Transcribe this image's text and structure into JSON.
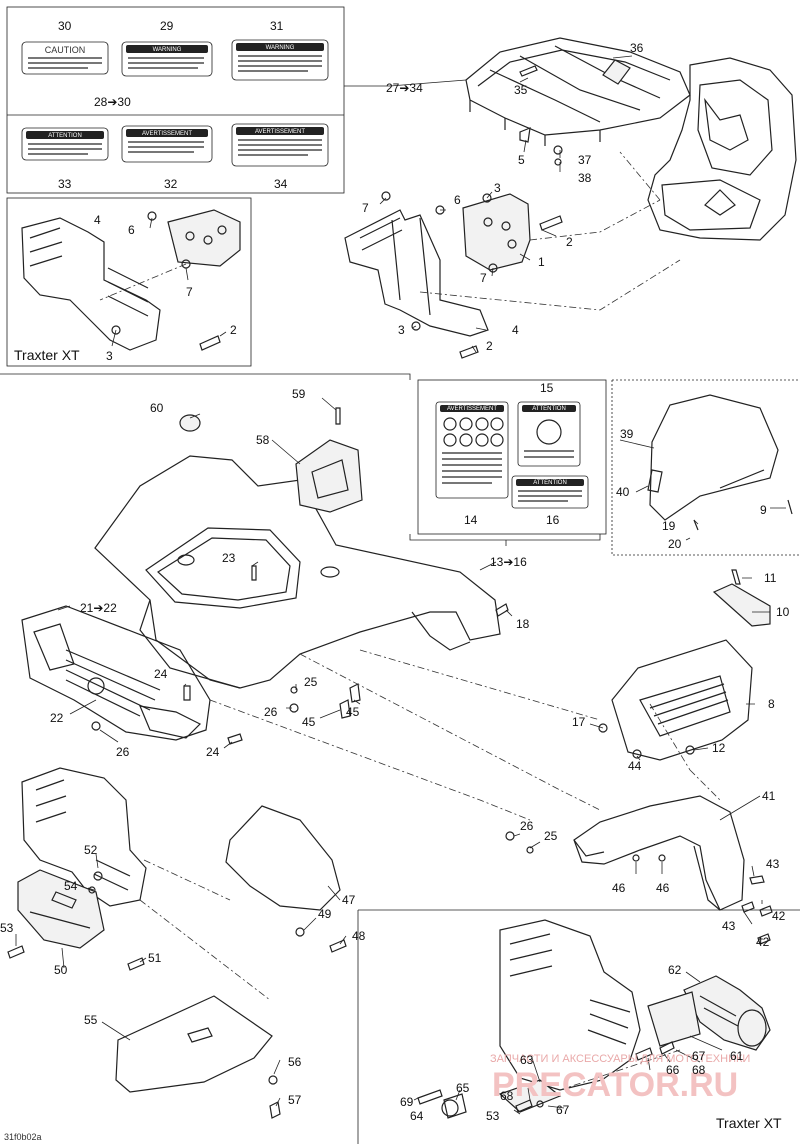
{
  "labels": {
    "traxter_top": "Traxter XT",
    "traxter_bottom": "Traxter XT",
    "code": "31f0b02a"
  },
  "decals": {
    "d30": "CAUTION",
    "d29": "WARNING",
    "d31": "WARNING",
    "d33": "ATTENTION",
    "d32": "AVERTISSEMENT",
    "d34": "AVERTISSEMENT",
    "d14": "AVERTISSEMENT",
    "d15": "ATTENTION",
    "d16": "ATTENTION"
  },
  "watermark": {
    "line1": "ЗАПЧАСТИ И АКСЕССУАРЫ ДЛЯ МОТОТЕХНИКИ",
    "line2": "PRECATOR.RU"
  },
  "callouts": {
    "c30": "30",
    "c29": "29",
    "c31": "31",
    "c28": "28➔30",
    "c27": "27➔34",
    "c33": "33",
    "c32": "32",
    "c34": "34",
    "c36": "36",
    "c35": "35",
    "c5": "5",
    "c37": "37",
    "c38": "38",
    "c4a": "4",
    "c6a": "6",
    "c7a": "7",
    "c2a": "2",
    "c3a": "3",
    "c7b": "7",
    "c6b": "6",
    "c3b": "3",
    "c2b": "2",
    "c1": "1",
    "c7c": "7",
    "c3c": "3",
    "c4b": "4",
    "c2c": "2",
    "c60": "60",
    "c59": "59",
    "c58": "58",
    "c15": "15",
    "c39": "39",
    "c40": "40",
    "c9": "9",
    "c19": "19",
    "c20": "20",
    "c14": "14",
    "c16": "16",
    "c23": "23",
    "c13": "13➔16",
    "c21": "21➔22",
    "c11": "11",
    "c10": "10",
    "c18": "18",
    "c24a": "24",
    "c25a": "25",
    "c26a": "26",
    "c45a": "45",
    "c45b": "45",
    "c22": "22",
    "c26b": "26",
    "c24b": "24",
    "c8": "8",
    "c17": "17",
    "c12": "12",
    "c44": "44",
    "c41": "41",
    "c26c": "26",
    "c25b": "25",
    "c52": "52",
    "c54": "54",
    "c47": "47",
    "c49": "49",
    "c48": "48",
    "c53a": "53",
    "c50": "50",
    "c51": "51",
    "c46a": "46",
    "c46b": "46",
    "c43a": "43",
    "c42a": "42",
    "c43b": "43",
    "c42b": "42",
    "c55": "55",
    "c56": "56",
    "c57": "57",
    "c62": "62",
    "c61": "61",
    "c63": "63",
    "c67a": "67",
    "c66": "66",
    "c68a": "68",
    "c65": "65",
    "c69": "69",
    "c68b": "68",
    "c64": "64",
    "c53b": "53",
    "c67b": "67"
  }
}
